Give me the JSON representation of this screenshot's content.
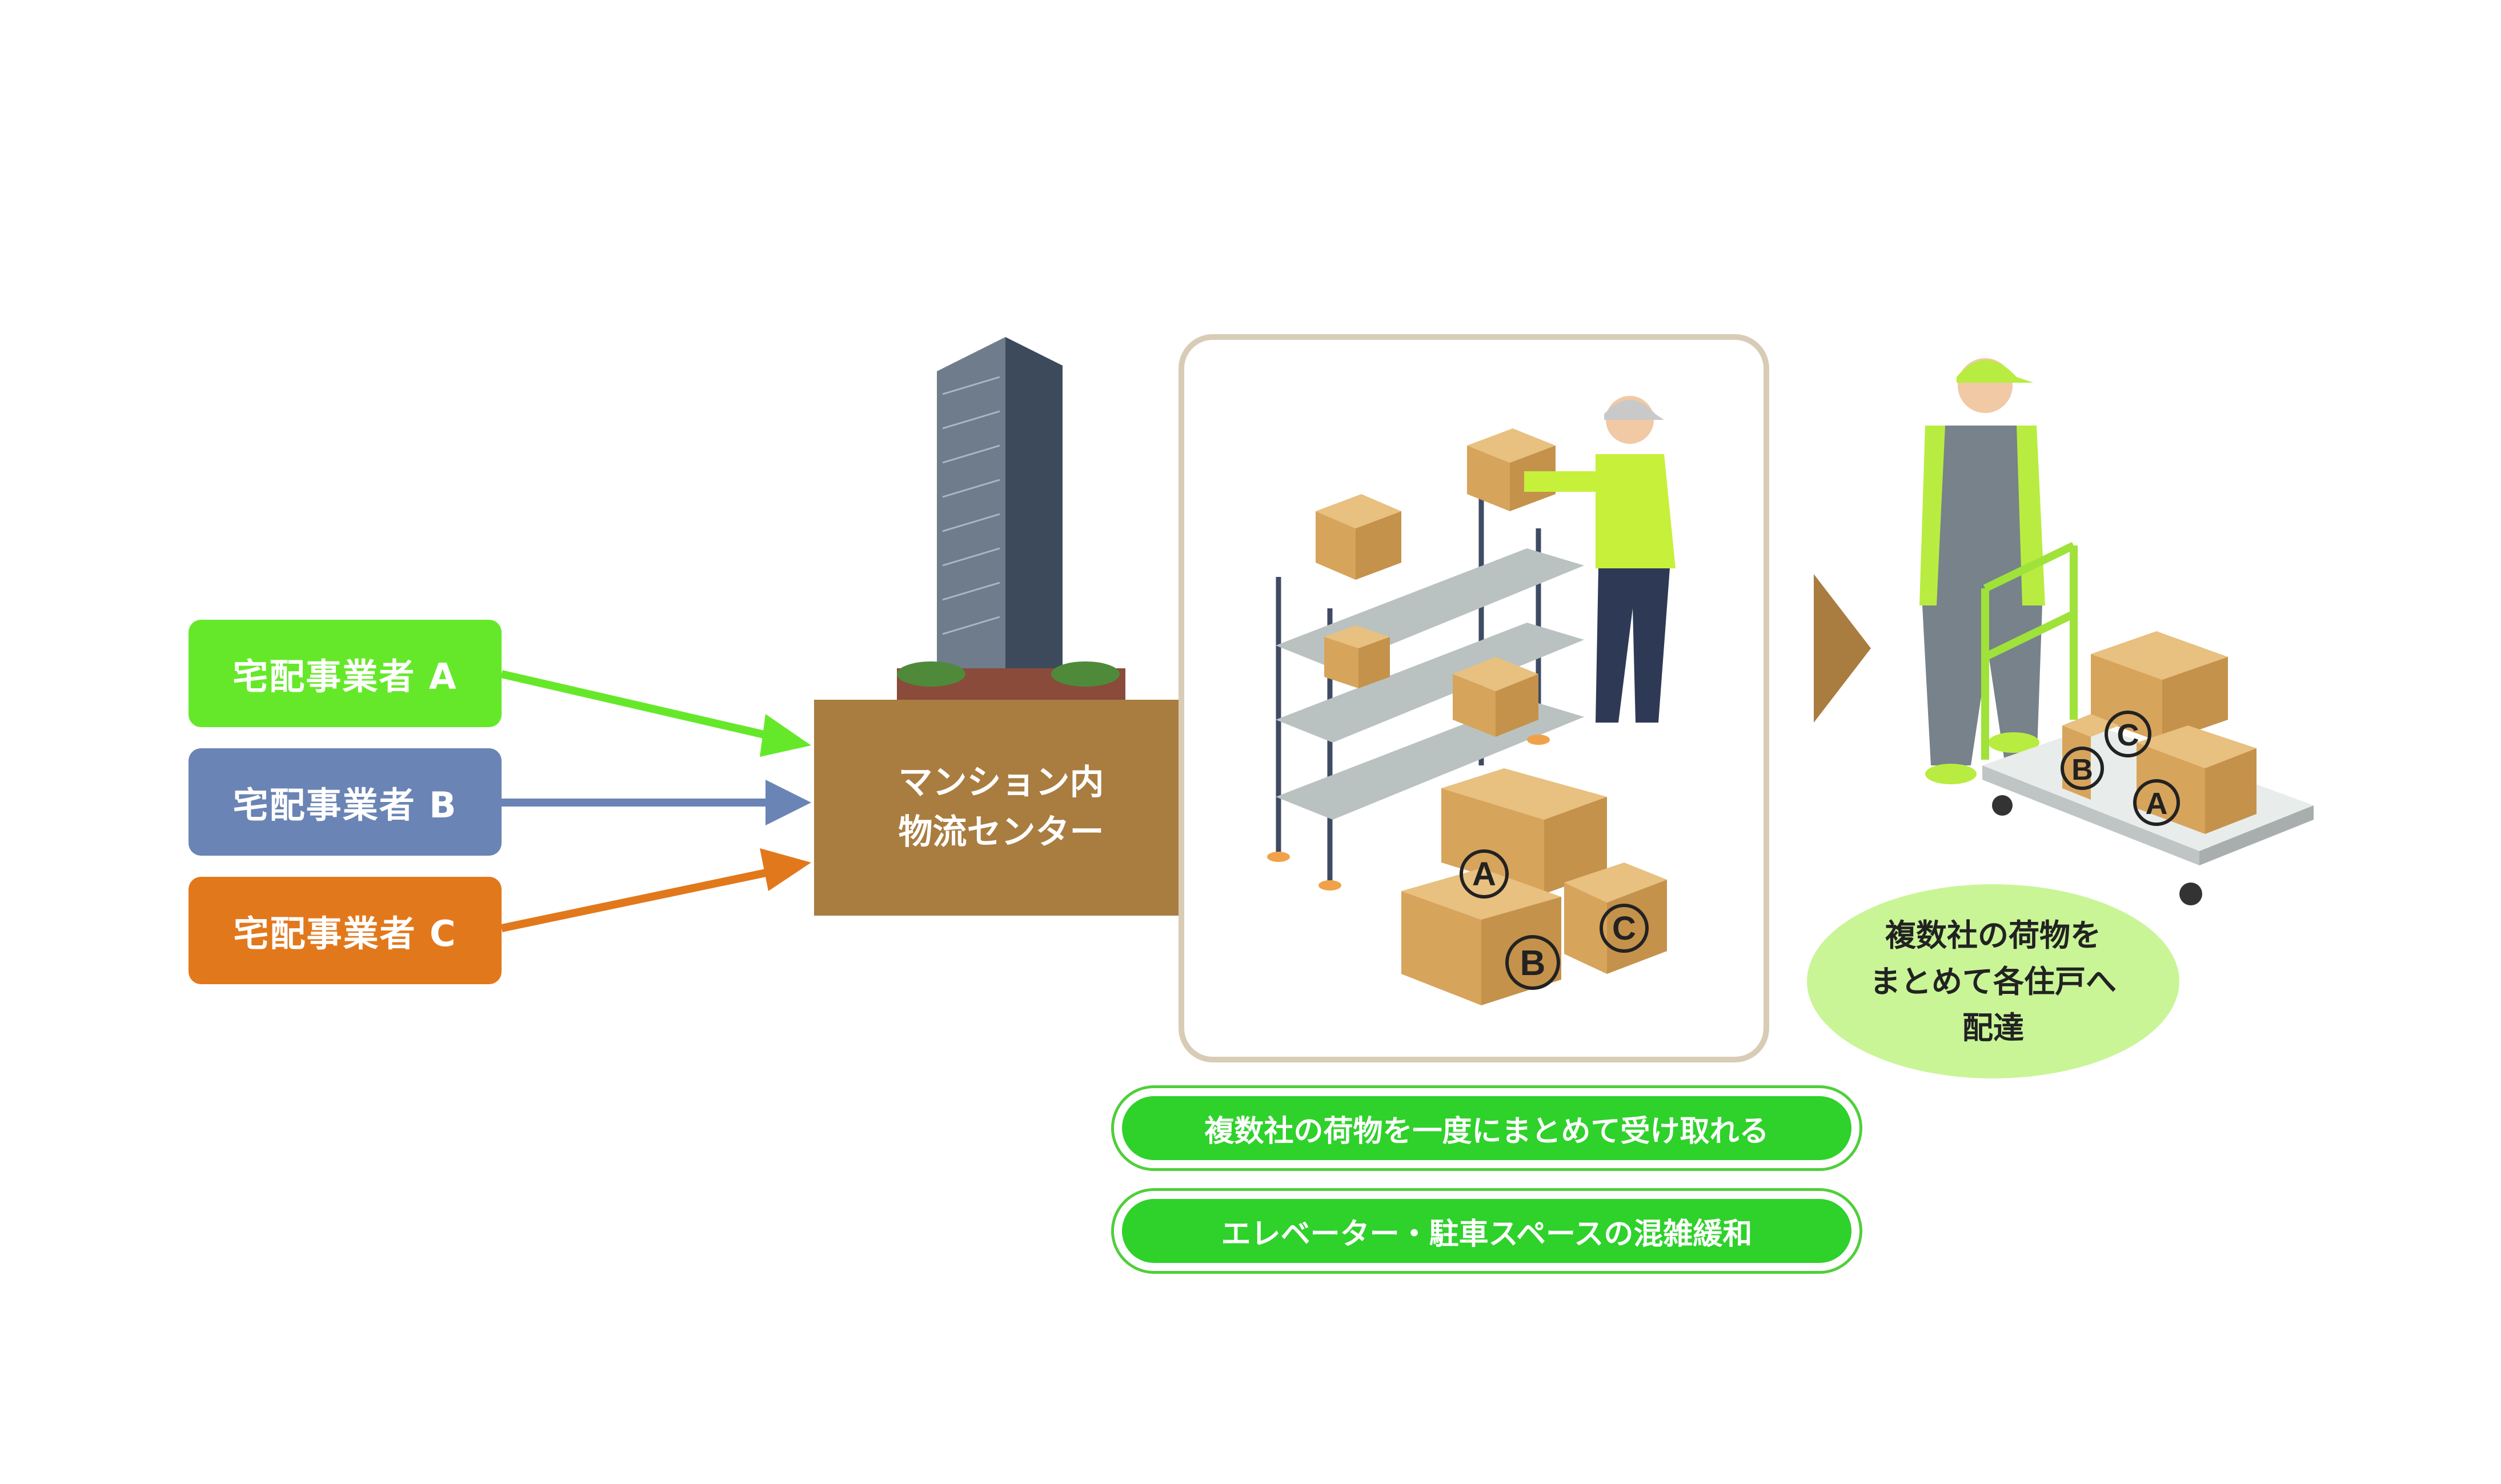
{
  "carriers": [
    {
      "label": "宅配事業者 A",
      "color": "#66e82a"
    },
    {
      "label": "宅配事業者 B",
      "color": "#6a84b5"
    },
    {
      "label": "宅配事業者 C",
      "color": "#e2781c"
    }
  ],
  "center": {
    "line1": "マンション内",
    "line2": "物流センター",
    "color": "#a97c40"
  },
  "benefits": [
    "複数社の荷物を一度にまとめて受け取れる",
    "エレベーター・駐車スペースの混雑緩和"
  ],
  "delivery_note": {
    "line1": "複数社の荷物を",
    "line2": "まとめて各住戸へ",
    "line3": "配達"
  },
  "box_labels": {
    "a": "A",
    "b": "B",
    "c": "C"
  },
  "colors": {
    "accent_green": "#2fd12b",
    "panel_border": "#d8ccb6",
    "note_bg": "#c9f597",
    "box": "#d7a45c"
  }
}
